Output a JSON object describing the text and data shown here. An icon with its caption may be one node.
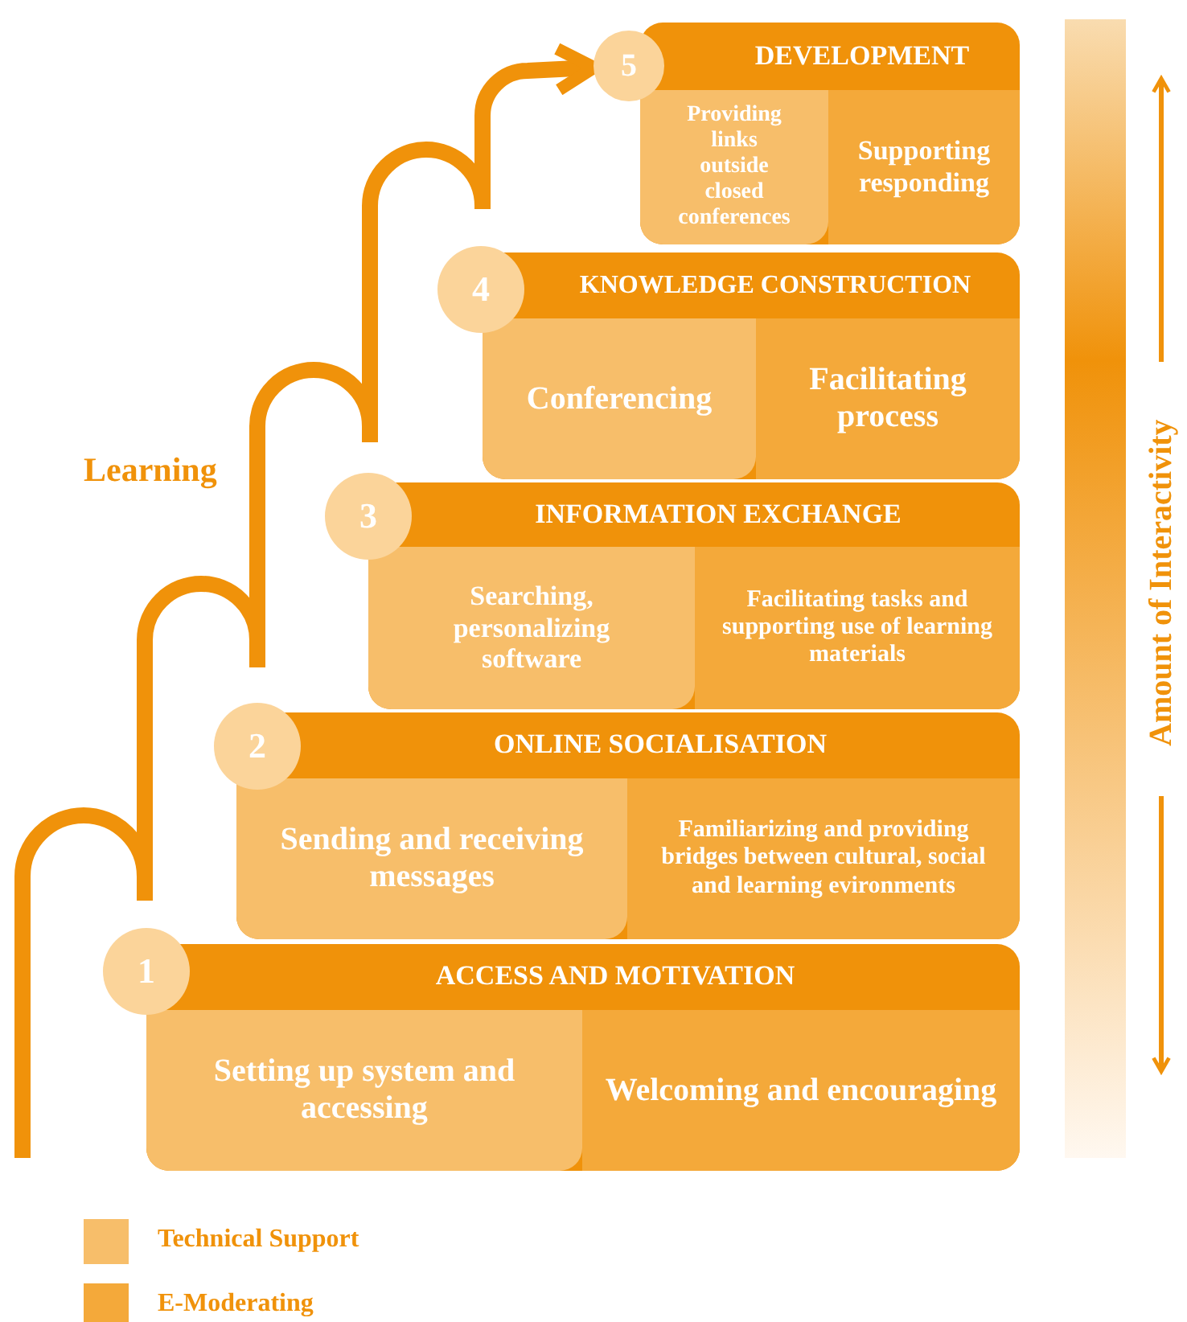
{
  "diagram": {
    "nodes": [
      {
        "text": [
          "DEVELOPMENT"
        ]
      },
      {
        "text": [
          "5"
        ]
      },
      {
        "text": [
          "Providing links outside closed conferences"
        ],
        "in": 0
      },
      {
        "text": [
          "Supporting responding"
        ],
        "in": 0
      },
      {
        "text": [
          "KNOWLEDGE CONSTRUCTION"
        ]
      },
      {
        "text": [
          "4"
        ]
      },
      {
        "text": [
          "Conferencing"
        ],
        "in": 4
      },
      {
        "text": [
          "Facilitating process"
        ],
        "in": 4
      },
      {
        "text": [
          "INFORMATION EXCHANGE"
        ]
      },
      {
        "text": [
          "3"
        ]
      },
      {
        "text": [
          "Searching, personalizing software"
        ],
        "in": 8
      },
      {
        "text": [
          "Facilitating tasks and supporting use of learning materials"
        ],
        "in": 8
      },
      {
        "text": [
          "ONLINE SOCIALISATION"
        ]
      },
      {
        "text": [
          "2"
        ]
      },
      {
        "text": [
          "Sending and receiving messages"
        ],
        "in": 12
      },
      {
        "text": [
          "Familiarizing and providing bridges between cultural, social and learning evironments"
        ],
        "in": 12
      },
      {
        "text": [
          "ACCESS AND MOTIVATION"
        ]
      },
      {
        "text": [
          "1"
        ]
      },
      {
        "text": [
          "Setting up system and accessing"
        ],
        "in": 16
      },
      {
        "text": [
          "Welcoming and encouraging"
        ],
        "in": 16
      }
    ],
    "edges": [
      {
        "from": null,
        "to": 1,
        "arrow": "to",
        "label": "Learning"
      }
    ],
    "labels": [
      "Amount of Interactivity"
    ],
    "legend": [
      {
        "text": "Technical Support",
        "color": "#f7be6a"
      },
      {
        "text": "E-Moderating",
        "color": "#f4a93a"
      }
    ]
  }
}
